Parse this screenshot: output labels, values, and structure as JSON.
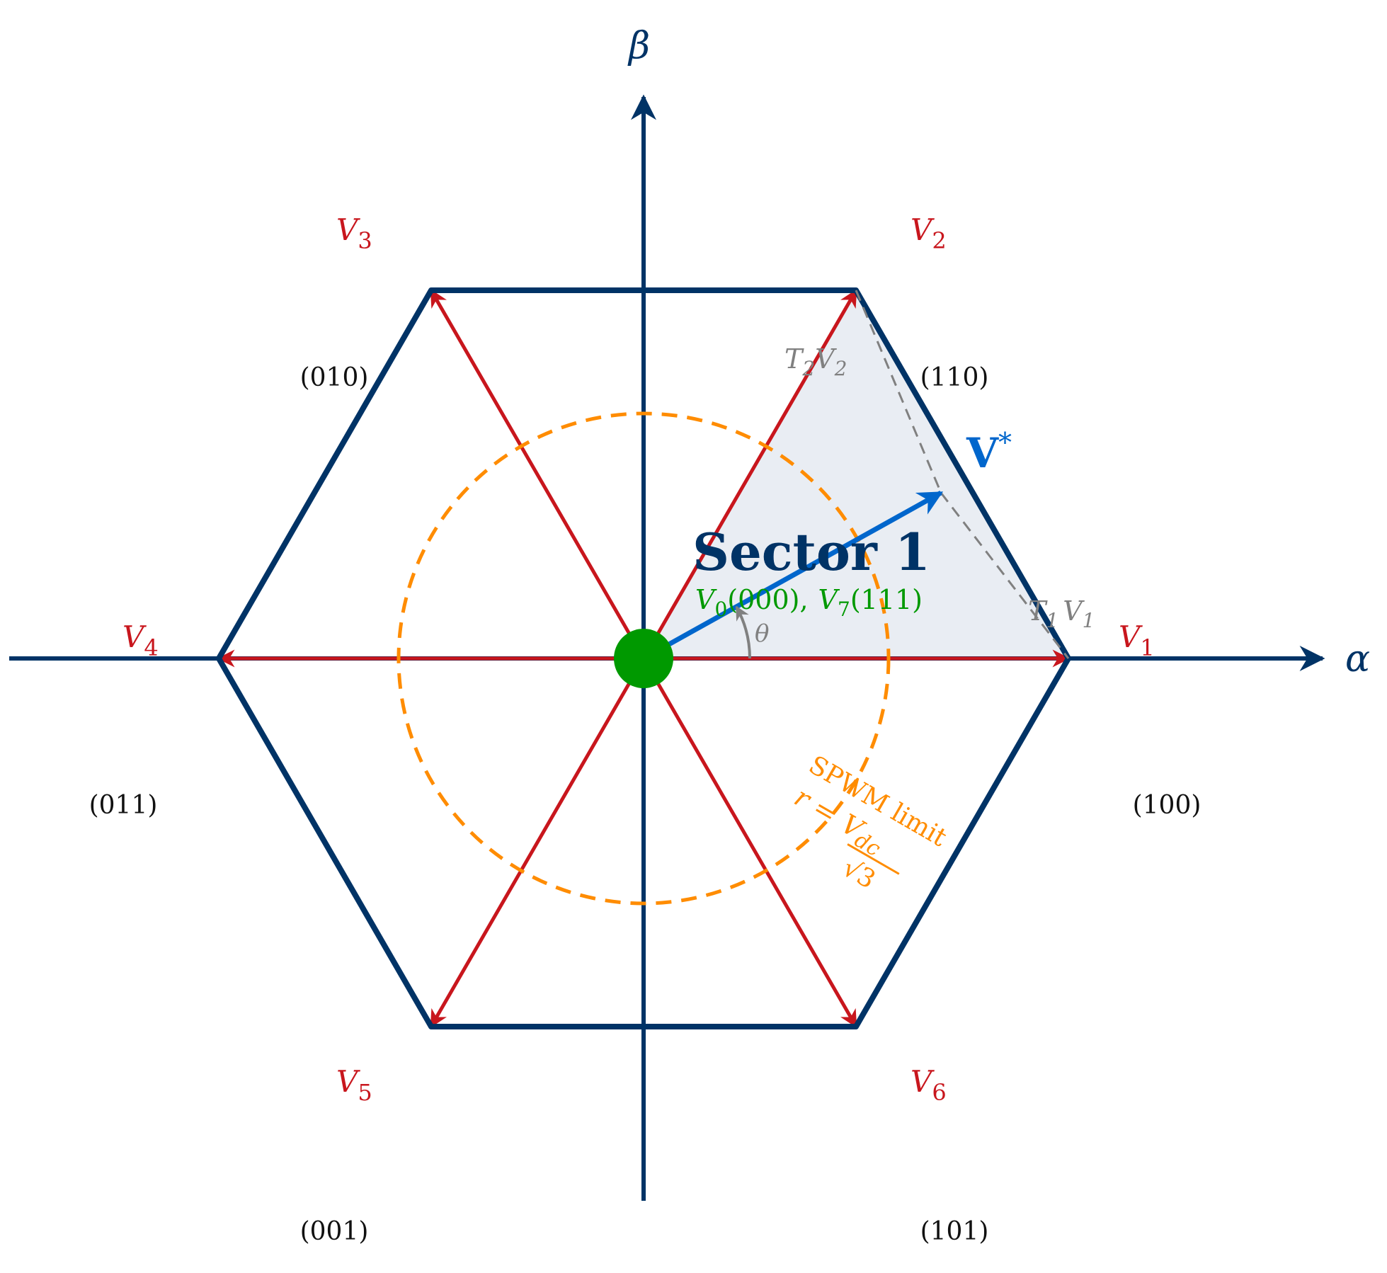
{
  "axes": {
    "alpha": "α",
    "beta": "β"
  },
  "vectors": [
    {
      "name": "V",
      "sub": "1",
      "code": "(100)"
    },
    {
      "name": "V",
      "sub": "2",
      "code": "(110)"
    },
    {
      "name": "V",
      "sub": "3",
      "code": "(010)"
    },
    {
      "name": "V",
      "sub": "4",
      "code": "(011)"
    },
    {
      "name": "V",
      "sub": "5",
      "code": "(001)"
    },
    {
      "name": "V",
      "sub": "6",
      "code": "(101)"
    }
  ],
  "reference": {
    "label": "V",
    "sup": "*",
    "angle_deg": 29
  },
  "sector_label": "Sector 1",
  "zero_vectors": {
    "v0": "V",
    "v0_sub": "0",
    "v0_code": "(000),",
    "v7": "V",
    "v7_sub": "7",
    "v7_code": "(111)"
  },
  "theta": "θ",
  "components": {
    "t1": "T",
    "t1_sub": "1",
    "v1": "V",
    "v1_sub": "1",
    "t2": "T",
    "t2_sub": "2",
    "v2": "V",
    "v2_sub": "2"
  },
  "spwm": {
    "label": "SPWM limit",
    "r": "r =",
    "num": "V",
    "num_sub": "dc",
    "den": "√3"
  },
  "colors": {
    "hexagon": "#003366",
    "vectors": "#c8161d",
    "reference": "#0066cc",
    "circle": "#ff8c00",
    "zero": "#009900",
    "sector_fill": "#e9edf3",
    "helper": "#808080"
  }
}
